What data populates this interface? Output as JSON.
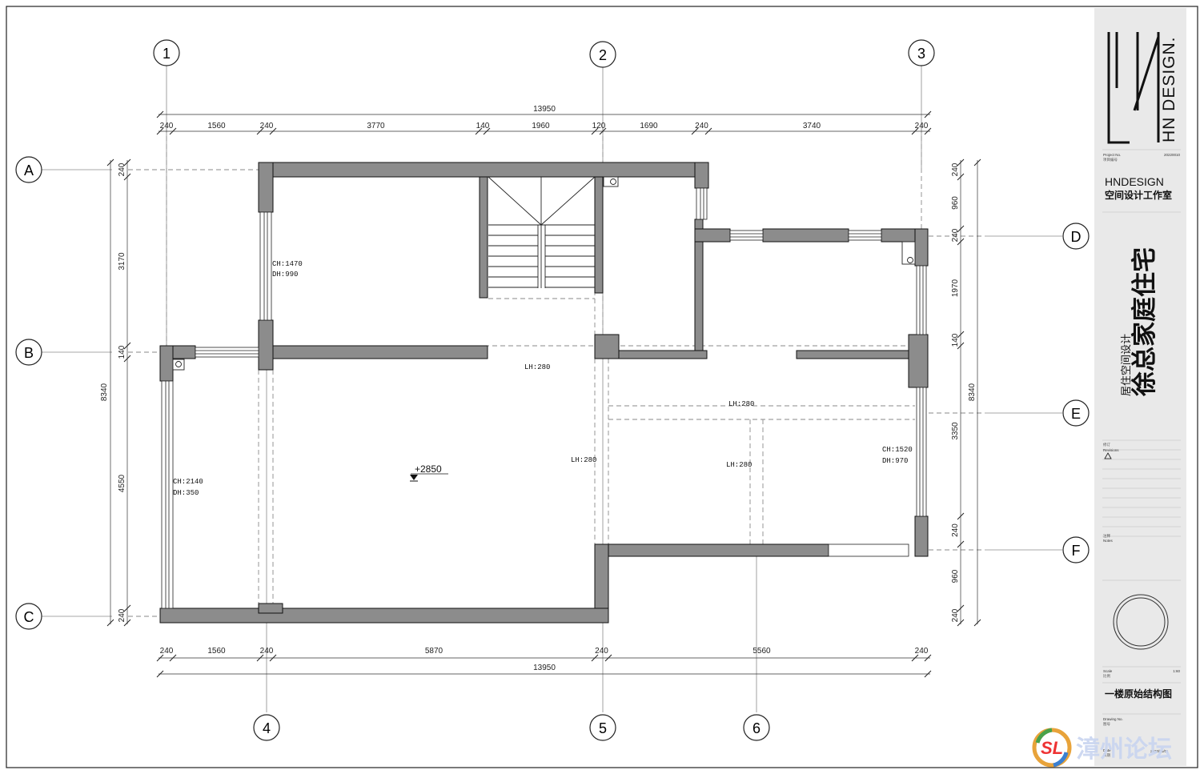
{
  "drawing": {
    "grid_cols_top": [
      "1",
      "2",
      "3"
    ],
    "grid_cols_bottom": [
      "4",
      "5",
      "6"
    ],
    "grid_rows_left": [
      "A",
      "B",
      "C"
    ],
    "grid_rows_right": [
      "D",
      "E",
      "F"
    ],
    "dims_top_total": "13950",
    "dims_top": [
      "240",
      "1560",
      "240",
      "3770",
      "140",
      "1960",
      "120",
      "1690",
      "240",
      "3740",
      "240"
    ],
    "dims_bottom_total": "13950",
    "dims_bottom": [
      "240",
      "1560",
      "240",
      "5870",
      "240",
      "5560",
      "240"
    ],
    "dims_left_total": "8340",
    "dims_left": [
      "240",
      "3170",
      "140",
      "4550",
      "240"
    ],
    "dims_right_total": "8340",
    "dims_right": [
      "240",
      "960",
      "240",
      "1970",
      "140",
      "3350",
      "240",
      "960",
      "240"
    ],
    "win1": [
      "CH:1470",
      "DH:990"
    ],
    "win2": [
      "CH:2140",
      "DH:350"
    ],
    "win3": [
      "CH:1520",
      "DH:970"
    ],
    "beams": [
      "LH:280",
      "LH:280",
      "LH:280",
      "LH:280"
    ],
    "level": "+2850"
  },
  "titleblock": {
    "logo_text": "HN DESIGN.",
    "project_no_label": "Project No.",
    "project_no_sub": "项目编号",
    "project_no_value": "20220010",
    "company_en": "HNDESIGN",
    "company_cn": "空间设计工作室",
    "project_sub": "居住空间设计",
    "project_name": "徐总家庭住宅",
    "revisions_cn": "修订",
    "revisions": "Revisions",
    "notes_cn": "注释",
    "notes": "Notes",
    "scale_label": "Scale",
    "scale_sub": "比例",
    "scale_value": "1:60",
    "drawing_title": "一楼原始结构图",
    "drawing_no_label": "Drawing No.",
    "drawing_no_sub": "图号",
    "date_label": "Date",
    "date_sub": "日期",
    "date_value": "2022/01/01"
  },
  "watermark": {
    "logo_letters": "SL",
    "text": "漳州论坛"
  }
}
